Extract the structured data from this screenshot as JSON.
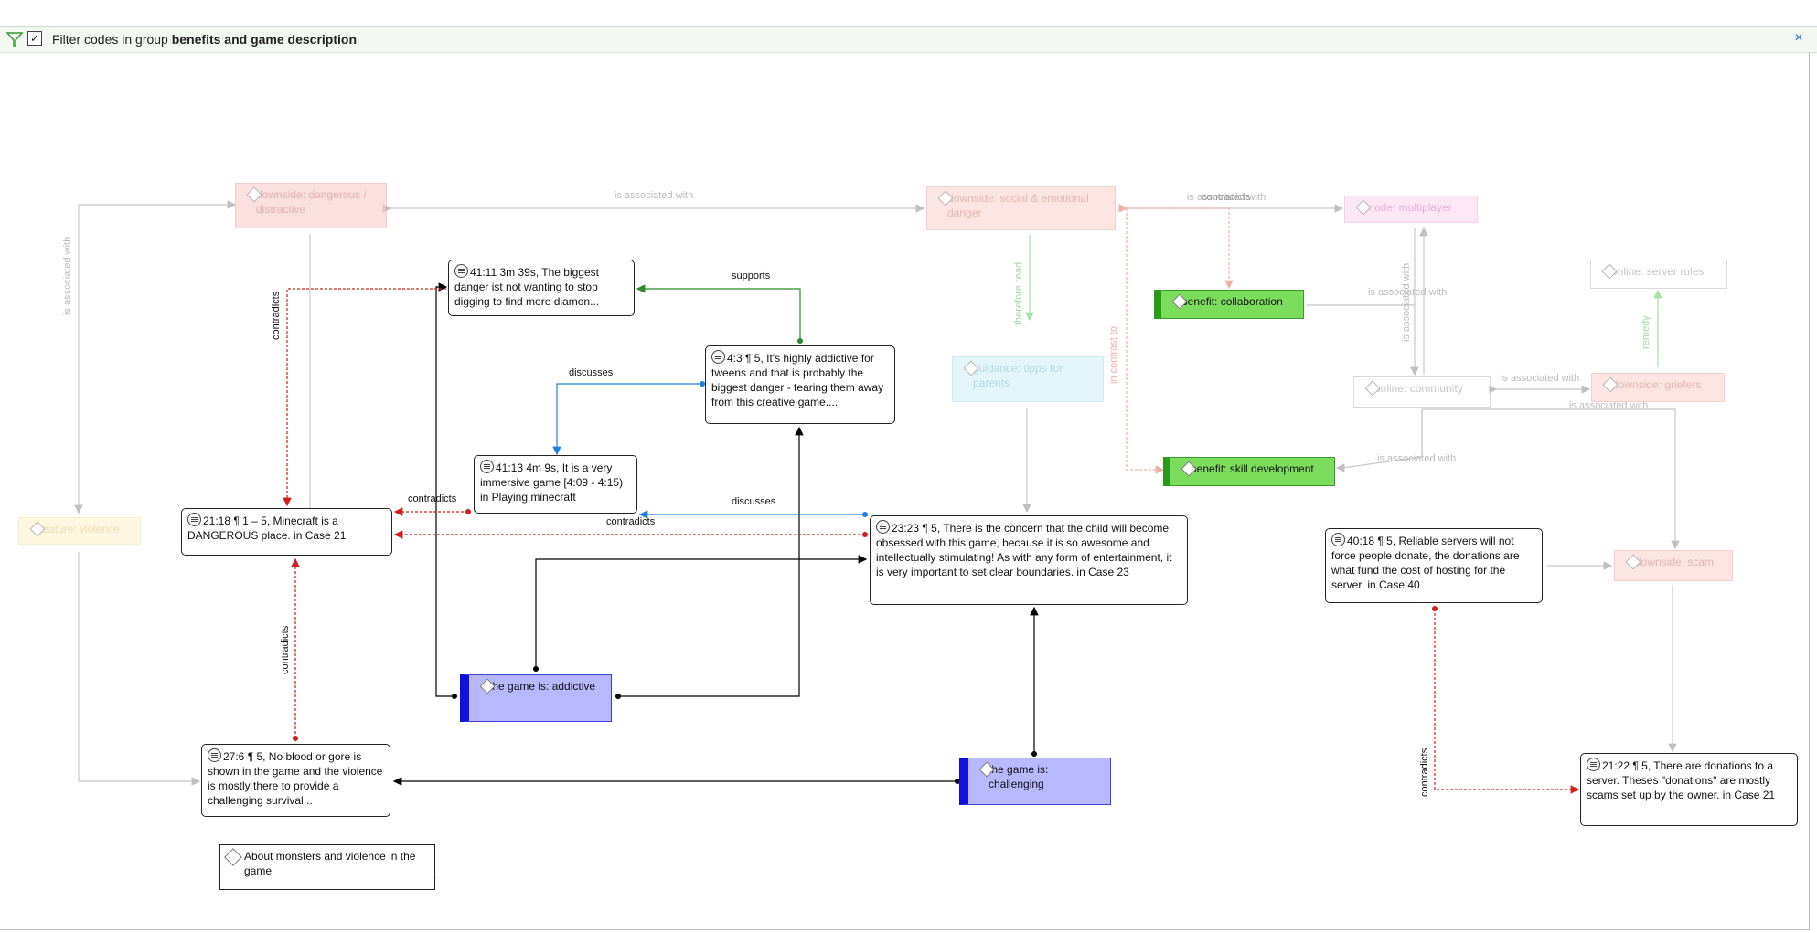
{
  "filter_bar": {
    "checkbox_mark": "✓",
    "prefix": "Filter codes in group",
    "group_name": "benefits and game description",
    "close_symbol": "×"
  },
  "quotations": {
    "q41_11": "41:11 3m 39s, The biggest danger ist not wanting to stop digging to find more diamon...",
    "q4_3": "4:3 ¶ 5, It's highly addictive for tweens and that is probably the biggest danger - tearing them away from this creative game....",
    "q41_13": "41:13 4m 9s, It is a very immersive game [4:09 - 4:15) in Playing minecraft",
    "q21_18": "21:18 ¶ 1 – 5, Minecraft is a DANGEROUS place. in Case 21",
    "q23_23": "23:23 ¶ 5, There is the concern that the child will become obsessed with this game, because it is so awesome and intellectually stimulating! As with any form of entertainment, it is very important to set clear boundaries. in Case 23",
    "q40_18": "40:18 ¶ 5, Reliable servers will not force people donate, the donations are what fund the cost of hosting for the server. in Case 40",
    "q27_6": "27:6 ¶ 5, No blood or gore is shown in the game and the violence is mostly there to provide a challenging survival...",
    "q21_22": "21:22 ¶ 5, There are donations to a server. Theses \"donations\" are mostly scams set up by the owner. in Case 21"
  },
  "codes": {
    "downside_dangerous": "downside: dangerous / distractive",
    "downside_social": "downside: social & emotional danger",
    "mode_multiplayer": "mode: multiplayer",
    "online_server_rules": "online: server rules",
    "benefit_collaboration": "benefit: collaboration",
    "guidance_tipps": "guidance: tipps for parents",
    "online_community": "online: community",
    "downside_griefers": "downside: griefers",
    "benefit_skill": "benefit: skill development",
    "feature_violence": "feature: violence",
    "downside_scam": "downside: scam",
    "game_addictive": "the game is: addictive",
    "game_challenging": "the game is: challenging"
  },
  "memo": {
    "label": "About monsters and violence in the game"
  },
  "edge_labels": {
    "supports": "supports",
    "discusses_1": "discusses",
    "discusses_2": "discusses",
    "contradicts_1": "contradicts",
    "contradicts_2": "contradicts",
    "contradicts_v1": "contradicts",
    "contradicts_v2": "contradicts",
    "contradicts_v3": "contradicts",
    "is_associated_with_top": "is associated with",
    "is_associated_with_left": "is associated with",
    "overlap_top": "is associated with",
    "contradicts_top": "contradicts",
    "therefore_read": "therefore read",
    "in_contrast_to": "in contrast to",
    "is_associated_with_mp": "is associated with",
    "is_associated_with_collab": "is associated with",
    "is_associated_with_grief": "is associated with",
    "is_associated_with_grief2": "is associated with",
    "is_associated_with_skill": "is associated with",
    "remedy": "remedy"
  },
  "colors": {
    "black": "#000000",
    "red_link": "#d12020",
    "green_link": "#2c8a2c",
    "blue_link": "#2080e0",
    "grey_link": "#b8b8b8",
    "code_blue_fill": "#b8b8ff",
    "code_blue_bar": "#1010e0",
    "code_green_fill": "#7cdc5c",
    "code_green_bar": "#2a9a1a"
  }
}
